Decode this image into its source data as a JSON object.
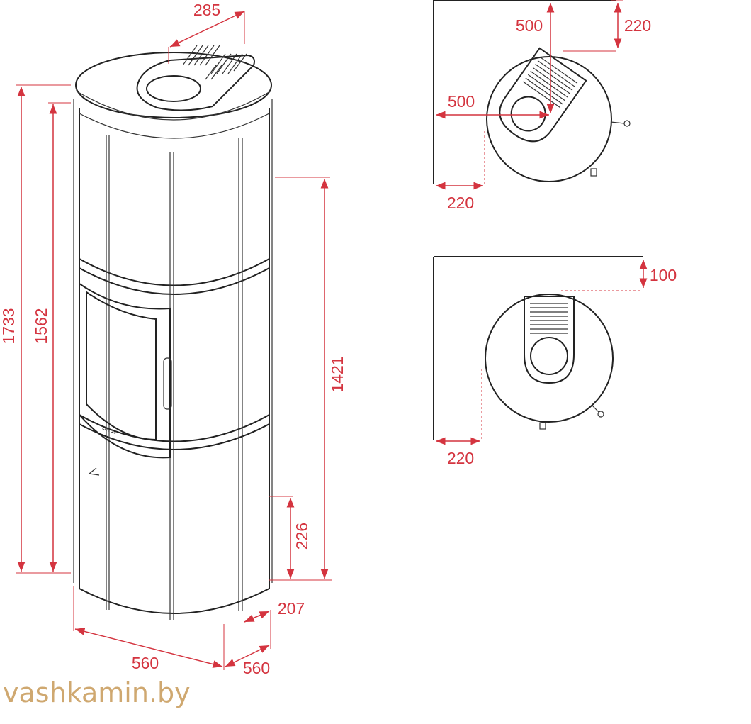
{
  "front_view": {
    "logo": "LOTUS",
    "dimensions": {
      "flue_offset": "285",
      "total_height": "1733",
      "flue_height": "1562",
      "air_inlet_height": "1421",
      "lower_inlet_height": "226",
      "inlet_offset": "207",
      "width": "560",
      "depth": "560"
    }
  },
  "corner_plan": {
    "dimensions": {
      "back_clearance_to_flue": "500",
      "back_clearance": "220",
      "side_clearance_to_flue": "500",
      "side_clearance": "220"
    }
  },
  "wall_plan": {
    "dimensions": {
      "back_clearance": "100",
      "side_clearance": "220"
    }
  },
  "watermark": "vashkamin.by",
  "colors": {
    "dimension": "#d4343f",
    "watermark": "#cfa870"
  }
}
